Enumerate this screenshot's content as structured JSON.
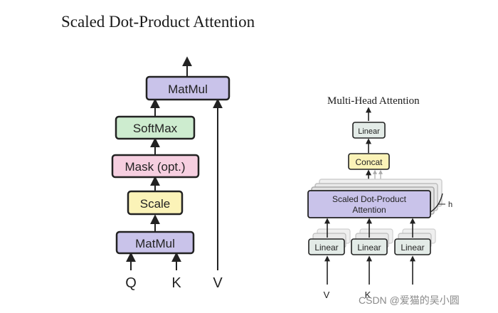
{
  "left": {
    "title": "Scaled Dot-Product Attention",
    "boxes": {
      "matmul_top": "MatMul",
      "softmax": "SoftMax",
      "mask": "Mask (opt.)",
      "scale": "Scale",
      "matmul_bottom": "MatMul"
    },
    "inputs": {
      "q": "Q",
      "k": "K",
      "v": "V"
    }
  },
  "right": {
    "title": "Multi-Head Attention",
    "boxes": {
      "linear_top": "Linear",
      "concat": "Concat",
      "attention_line1": "Scaled Dot-Product",
      "attention_line2": "Attention",
      "linear_v": "Linear",
      "linear_k": "Linear",
      "linear_q": "Linear"
    },
    "heads_label": "h",
    "inputs": {
      "v": "V",
      "k": "K"
    }
  },
  "watermark": "CSDN @爱猫的吴小圆",
  "colors": {
    "matmul": "#c9c3ea",
    "softmax": "#cdeccf",
    "mask": "#f6cfe0",
    "scale": "#fbf3b8",
    "linear": "#e3ebe7",
    "concat": "#fbf3b8",
    "attention": "#c9c3ea",
    "stroke": "#222222",
    "shadow": "#cfcfcf"
  }
}
